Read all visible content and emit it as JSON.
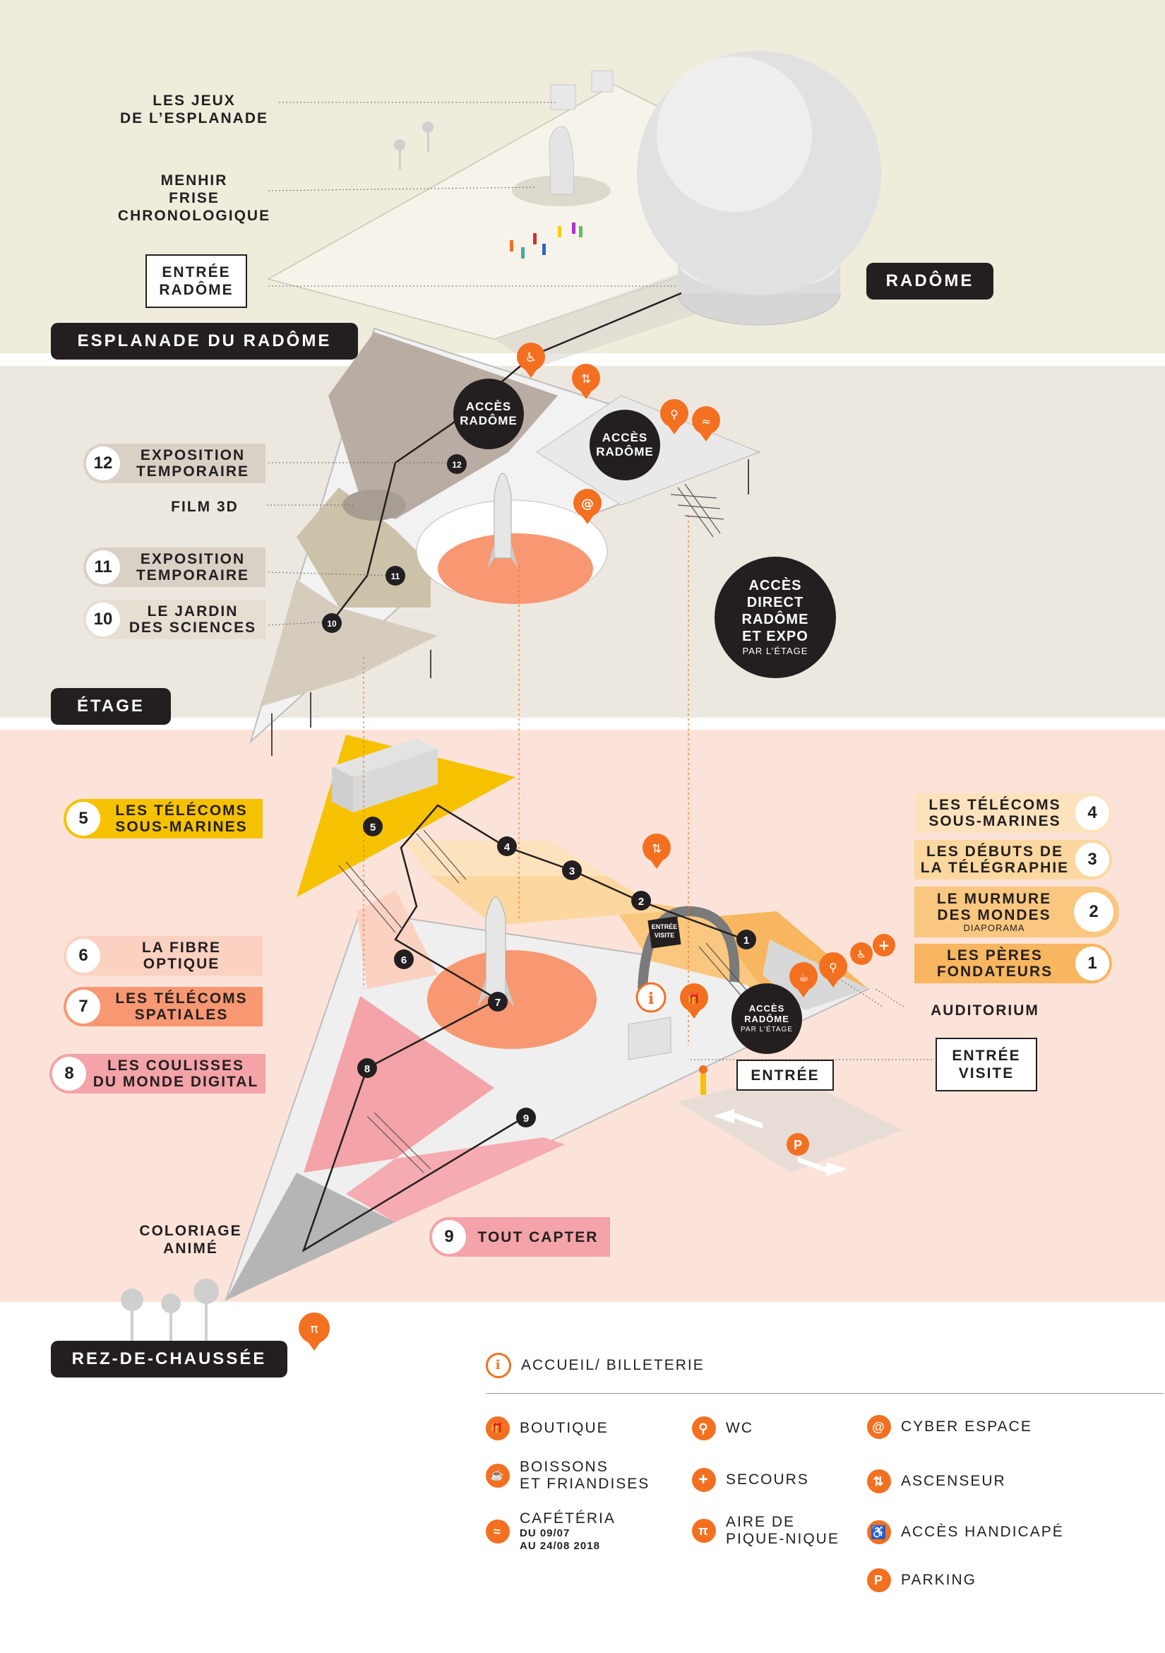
{
  "colors": {
    "esplanade_bg": "#efecdc",
    "etage_bg": "#ede8df",
    "rdc_bg": "#fce3d9",
    "accent_orange": "#f37021",
    "dark": "#231f20",
    "yellow": "#f6c200",
    "pink": "#f4a3a8",
    "salmon": "#f79872",
    "light_orange": "#fcd79f",
    "orange_mid": "#f8b660",
    "grey_floor": "#e6e6e6",
    "taupe": "#b9aca2"
  },
  "levels": {
    "esplanade": "ESPLANADE DU RADÔME",
    "etage": "ÉTAGE",
    "rdc": "REZ-DE-CHAUSSÉE"
  },
  "esplanade_labels": {
    "jeux_line1": "LES JEUX",
    "jeux_line2": "DE L’ESPLANADE",
    "menhir_line1": "MENHIR",
    "menhir_line2": "FRISE",
    "menhir_line3": "CHRONOLOGIQUE",
    "entree_line1": "ENTRÉE",
    "entree_line2": "RADÔME",
    "radome": "RADÔME"
  },
  "etage_labels": {
    "film3d": "FILM 3D",
    "acces_radome_1_line1": "ACCÈS",
    "acces_radome_1_line2": "RADÔME",
    "acces_radome_2_line1": "ACCÈS",
    "acces_radome_2_line2": "RADÔME",
    "acces_direct_line1": "ACCÈS",
    "acces_direct_line2": "DIRECT",
    "acces_direct_line3": "RADÔME",
    "acces_direct_line4": "ET EXPO",
    "acces_direct_sub": "PAR L’ÉTAGE"
  },
  "etage_items": [
    {
      "num": "12",
      "line1": "EXPOSITION",
      "line2": "TEMPORAIRE"
    },
    {
      "num": "11",
      "line1": "EXPOSITION",
      "line2": "TEMPORAIRE"
    },
    {
      "num": "10",
      "line1": "LE JARDIN",
      "line2": "DES SCIENCES"
    }
  ],
  "rdc_left_items": [
    {
      "num": "5",
      "line1": "LES TÉLÉCOMS",
      "line2": "SOUS-MARINES"
    },
    {
      "num": "6",
      "line1": "LA FIBRE",
      "line2": "OPTIQUE"
    },
    {
      "num": "7",
      "line1": "LES TÉLÉCOMS",
      "line2": "SPATIALES"
    },
    {
      "num": "8",
      "line1": "LES COULISSES",
      "line2": "DU MONDE DIGITAL"
    },
    {
      "num": "9",
      "line1": "TOUT CAPTER"
    }
  ],
  "rdc_right_items": [
    {
      "num": "4",
      "line1": "LES TÉLÉCOMS",
      "line2": "SOUS-MARINES"
    },
    {
      "num": "3",
      "line1": "LES DÉBUTS DE",
      "line2": "LA TÉLÉGRAPHIE"
    },
    {
      "num": "2",
      "line1": "LE MURMURE",
      "line2": "DES MONDES",
      "sub": "DIAPORAMA"
    },
    {
      "num": "1",
      "line1": "LES PÈRES",
      "line2": "FONDATEURS"
    }
  ],
  "rdc_labels": {
    "auditorium": "AUDITORIUM",
    "entree_visite_line1": "ENTRÉE",
    "entree_visite_line2": "VISITE",
    "entree": "ENTRÉE",
    "coloriage_line1": "COLORIAGE",
    "coloriage_line2": "ANIMÉ",
    "acces_radome_line1": "ACCÈS",
    "acces_radome_line2": "RADÔME",
    "acces_radome_sub": "PAR L’ÉTAGE",
    "arch_line1": "ENTRÉE",
    "arch_line2": "VISITE",
    "parking_symbol": "P"
  },
  "map_numbers": [
    "1",
    "2",
    "3",
    "4",
    "5",
    "6",
    "7",
    "8",
    "9",
    "10",
    "11",
    "12"
  ],
  "legend": {
    "accueil": "ACCUEIL/ BILLETERIE",
    "boutique": "BOUTIQUE",
    "boissons_line1": "BOISSONS",
    "boissons_line2": "ET FRIANDISES",
    "cafeteria_line1": "CAFÉTÉRIA",
    "cafeteria_sub1": "DU 09/07",
    "cafeteria_sub2": "AU 24/08 2018",
    "wc": "WC",
    "secours": "SECOURS",
    "pique_line1": "AIRE DE",
    "pique_line2": "PIQUE-NIQUE",
    "cyber": "CYBER ESPACE",
    "ascenseur": "ASCENSEUR",
    "handicape": "ACCÈS HANDICAPÉ",
    "parking": "PARKING",
    "icons": {
      "accueil": "info-icon",
      "boutique": "gift-icon",
      "boissons": "cup-icon",
      "cafeteria": "hotdog-icon",
      "wc": "wc-icon",
      "secours": "first-aid-icon",
      "pique": "picnic-table-icon",
      "cyber": "at-icon",
      "ascenseur": "elevator-icon",
      "handicape": "wheelchair-icon",
      "parking": "parking-icon"
    },
    "glyphs": {
      "accueil": "i",
      "boutique": "🎁",
      "boissons": "☕",
      "cafeteria": "≈",
      "wc": "⚲",
      "secours": "+",
      "pique": "π",
      "cyber": "@",
      "ascenseur": "⇅",
      "handicape": "♿",
      "parking": "P"
    }
  }
}
